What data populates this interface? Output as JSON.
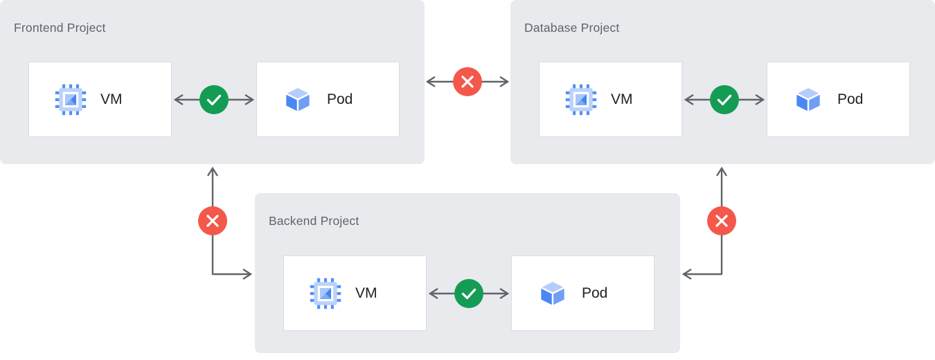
{
  "projects": [
    {
      "title": "Frontend Project",
      "nodes": [
        {
          "label": "VM",
          "icon": "vm-icon"
        },
        {
          "label": "Pod",
          "icon": "pod-icon"
        }
      ],
      "internal_connection": "allowed"
    },
    {
      "title": "Database Project",
      "nodes": [
        {
          "label": "VM",
          "icon": "vm-icon"
        },
        {
          "label": "Pod",
          "icon": "pod-icon"
        }
      ],
      "internal_connection": "allowed"
    },
    {
      "title": "Backend Project",
      "nodes": [
        {
          "label": "VM",
          "icon": "vm-icon"
        },
        {
          "label": "Pod",
          "icon": "pod-icon"
        }
      ],
      "internal_connection": "allowed"
    }
  ],
  "cross_project_connections": [
    {
      "from": "Frontend Project",
      "to": "Database Project",
      "status": "blocked"
    },
    {
      "from": "Frontend Project",
      "to": "Backend Project",
      "status": "blocked"
    },
    {
      "from": "Database Project",
      "to": "Backend Project",
      "status": "blocked"
    }
  ],
  "colors": {
    "page_background": "#ffffff",
    "panel_background": "#e8eaed",
    "node_background": "#ffffff",
    "node_border": "#dadce0",
    "arrow": "#5f6368",
    "allowed": "#149c55",
    "blocked": "#f4584b",
    "title_text": "#5f6368",
    "label_text": "#202124"
  }
}
